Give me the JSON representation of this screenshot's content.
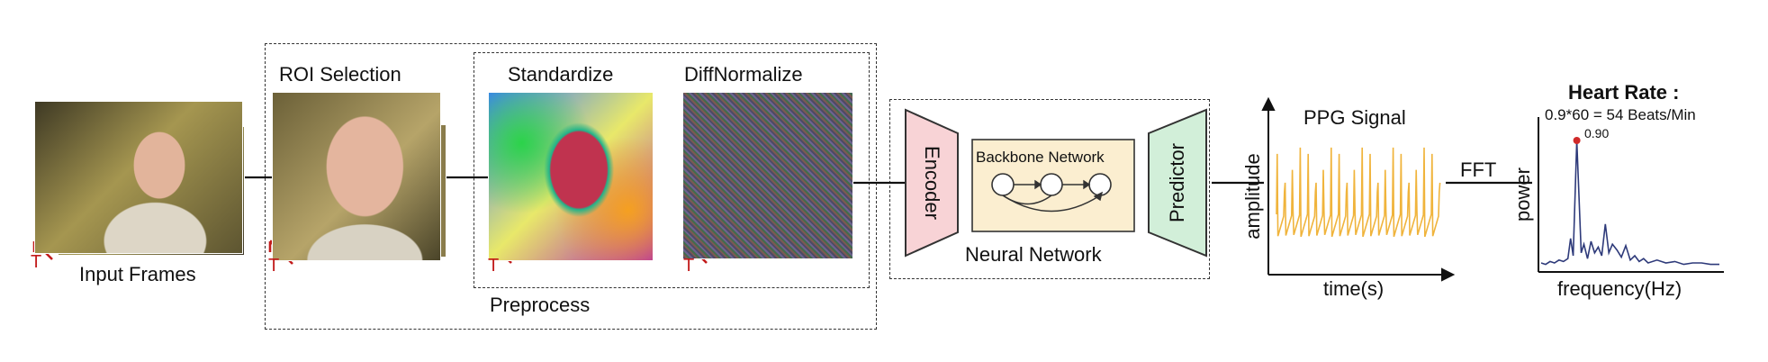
{
  "labels": {
    "input_frames": "Input Frames",
    "roi_selection": "ROI Selection",
    "standardize": "Standardize",
    "diffnormalize": "DiffNormalize",
    "preprocess": "Preprocess",
    "encoder": "Encoder",
    "backbone_network": "Backbone Network",
    "predictor": "Predictor",
    "neural_network": "Neural Network",
    "ppg_signal": "PPG Signal",
    "amplitude": "amplitude",
    "time": "time(s)",
    "fft": "FFT",
    "heart_rate_title": "Heart Rate :",
    "heart_rate_formula": "0.9*60 = 54 Beats/Min",
    "power": "power",
    "frequency": "frequency(Hz)",
    "peak_value": "0.90",
    "time_axis_symbol": "T"
  },
  "colors": {
    "encoder_fill": "#f8d3d6",
    "encoder_stroke": "#333333",
    "predictor_fill": "#d2efd9",
    "backbone_fill": "#fbeed0",
    "ppg_line": "#f0b43c",
    "spectrum_line": "#2e3a7a",
    "peak_marker": "#d02a2a",
    "time_arrow": "#c21b1b"
  },
  "spectrum": {
    "x": [
      0.0,
      0.05,
      0.1,
      0.15,
      0.2,
      0.25,
      0.3,
      0.33,
      0.36,
      0.4,
      0.45,
      0.48,
      0.52,
      0.56,
      0.6,
      0.64,
      0.68,
      0.72,
      0.76,
      0.8,
      0.85,
      0.9,
      0.95,
      1.0,
      1.05,
      1.1,
      1.15,
      1.2,
      1.3,
      1.4,
      1.5,
      1.6,
      1.7,
      1.8,
      1.9,
      2.0
    ],
    "y": [
      0.05,
      0.04,
      0.06,
      0.05,
      0.07,
      0.06,
      0.08,
      0.22,
      0.1,
      0.9,
      0.12,
      0.18,
      0.08,
      0.2,
      0.12,
      0.16,
      0.1,
      0.32,
      0.12,
      0.18,
      0.14,
      0.09,
      0.17,
      0.07,
      0.1,
      0.06,
      0.08,
      0.05,
      0.07,
      0.05,
      0.06,
      0.04,
      0.05,
      0.05,
      0.04,
      0.04
    ],
    "peak_x": 0.4,
    "peak_y": 0.9
  }
}
